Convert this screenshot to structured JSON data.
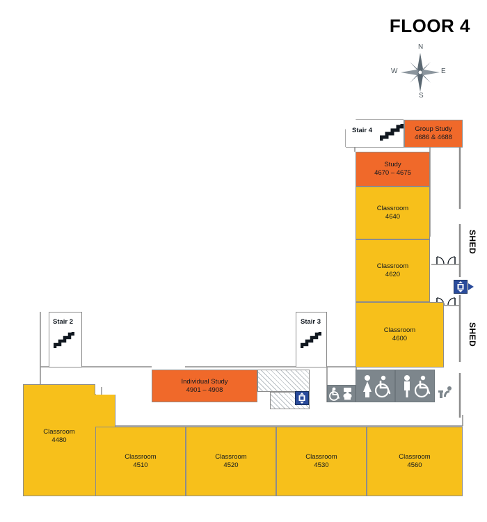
{
  "page": {
    "title": "FLOOR 4"
  },
  "compass": {
    "name": "compass-rose",
    "north": "N",
    "south": "S",
    "east": "E",
    "west": "W"
  },
  "exterior_labels": [
    {
      "text": "SHED",
      "position": "right-upper"
    },
    {
      "text": "SHED",
      "position": "right-lower"
    }
  ],
  "stairs": [
    {
      "id": "stair-2",
      "label": "Stair 2"
    },
    {
      "id": "stair-3",
      "label": "Stair 3"
    },
    {
      "id": "stair-4",
      "label": "Stair 4"
    }
  ],
  "rooms": [
    {
      "id": "group-study",
      "name": "Group Study",
      "number": "4686 & 4688",
      "color": "#F0692A",
      "type": "study"
    },
    {
      "id": "study-4670",
      "name": "Study",
      "number": "4670 – 4675",
      "color": "#F0692A",
      "type": "study"
    },
    {
      "id": "classroom-4640",
      "name": "Classroom",
      "number": "4640",
      "color": "#F7C01B",
      "type": "classroom"
    },
    {
      "id": "classroom-4620",
      "name": "Classroom",
      "number": "4620",
      "color": "#F7C01B",
      "type": "classroom"
    },
    {
      "id": "classroom-4600",
      "name": "Classroom",
      "number": "4600",
      "color": "#F7C01B",
      "type": "classroom"
    },
    {
      "id": "individual-study",
      "name": "Individual Study",
      "number": "4901 – 4908",
      "color": "#F0692A",
      "type": "study"
    },
    {
      "id": "classroom-4480",
      "name": "Classroom",
      "number": "4480",
      "color": "#F7C01B",
      "type": "classroom"
    },
    {
      "id": "classroom-4510",
      "name": "Classroom",
      "number": "4510",
      "color": "#F7C01B",
      "type": "classroom"
    },
    {
      "id": "classroom-4520",
      "name": "Classroom",
      "number": "4520",
      "color": "#F7C01B",
      "type": "classroom"
    },
    {
      "id": "classroom-4530",
      "name": "Classroom",
      "number": "4530",
      "color": "#F7C01B",
      "type": "classroom"
    },
    {
      "id": "classroom-4560",
      "name": "Classroom",
      "number": "4560",
      "color": "#F7C01B",
      "type": "classroom"
    }
  ],
  "amenities": [
    {
      "id": "elevator-east",
      "icon": "elevator-icon",
      "label": ""
    },
    {
      "id": "elevator-central",
      "icon": "elevator-icon",
      "label": ""
    },
    {
      "id": "accessible-restroom",
      "icon": "accessible-restroom-icon",
      "label": ""
    },
    {
      "id": "womens-restroom",
      "icon": "womens-restroom-icon",
      "label": ""
    },
    {
      "id": "mens-restroom",
      "icon": "mens-restroom-icon",
      "label": ""
    },
    {
      "id": "drinking-fountain",
      "icon": "drinking-fountain-icon",
      "label": ""
    }
  ],
  "colors": {
    "classroom": "#F7C01B",
    "study": "#F0692A",
    "restroom": "#7D868C",
    "elevator": "#2A4B9B",
    "wall": "#8C8C8C",
    "text": "#111820"
  }
}
